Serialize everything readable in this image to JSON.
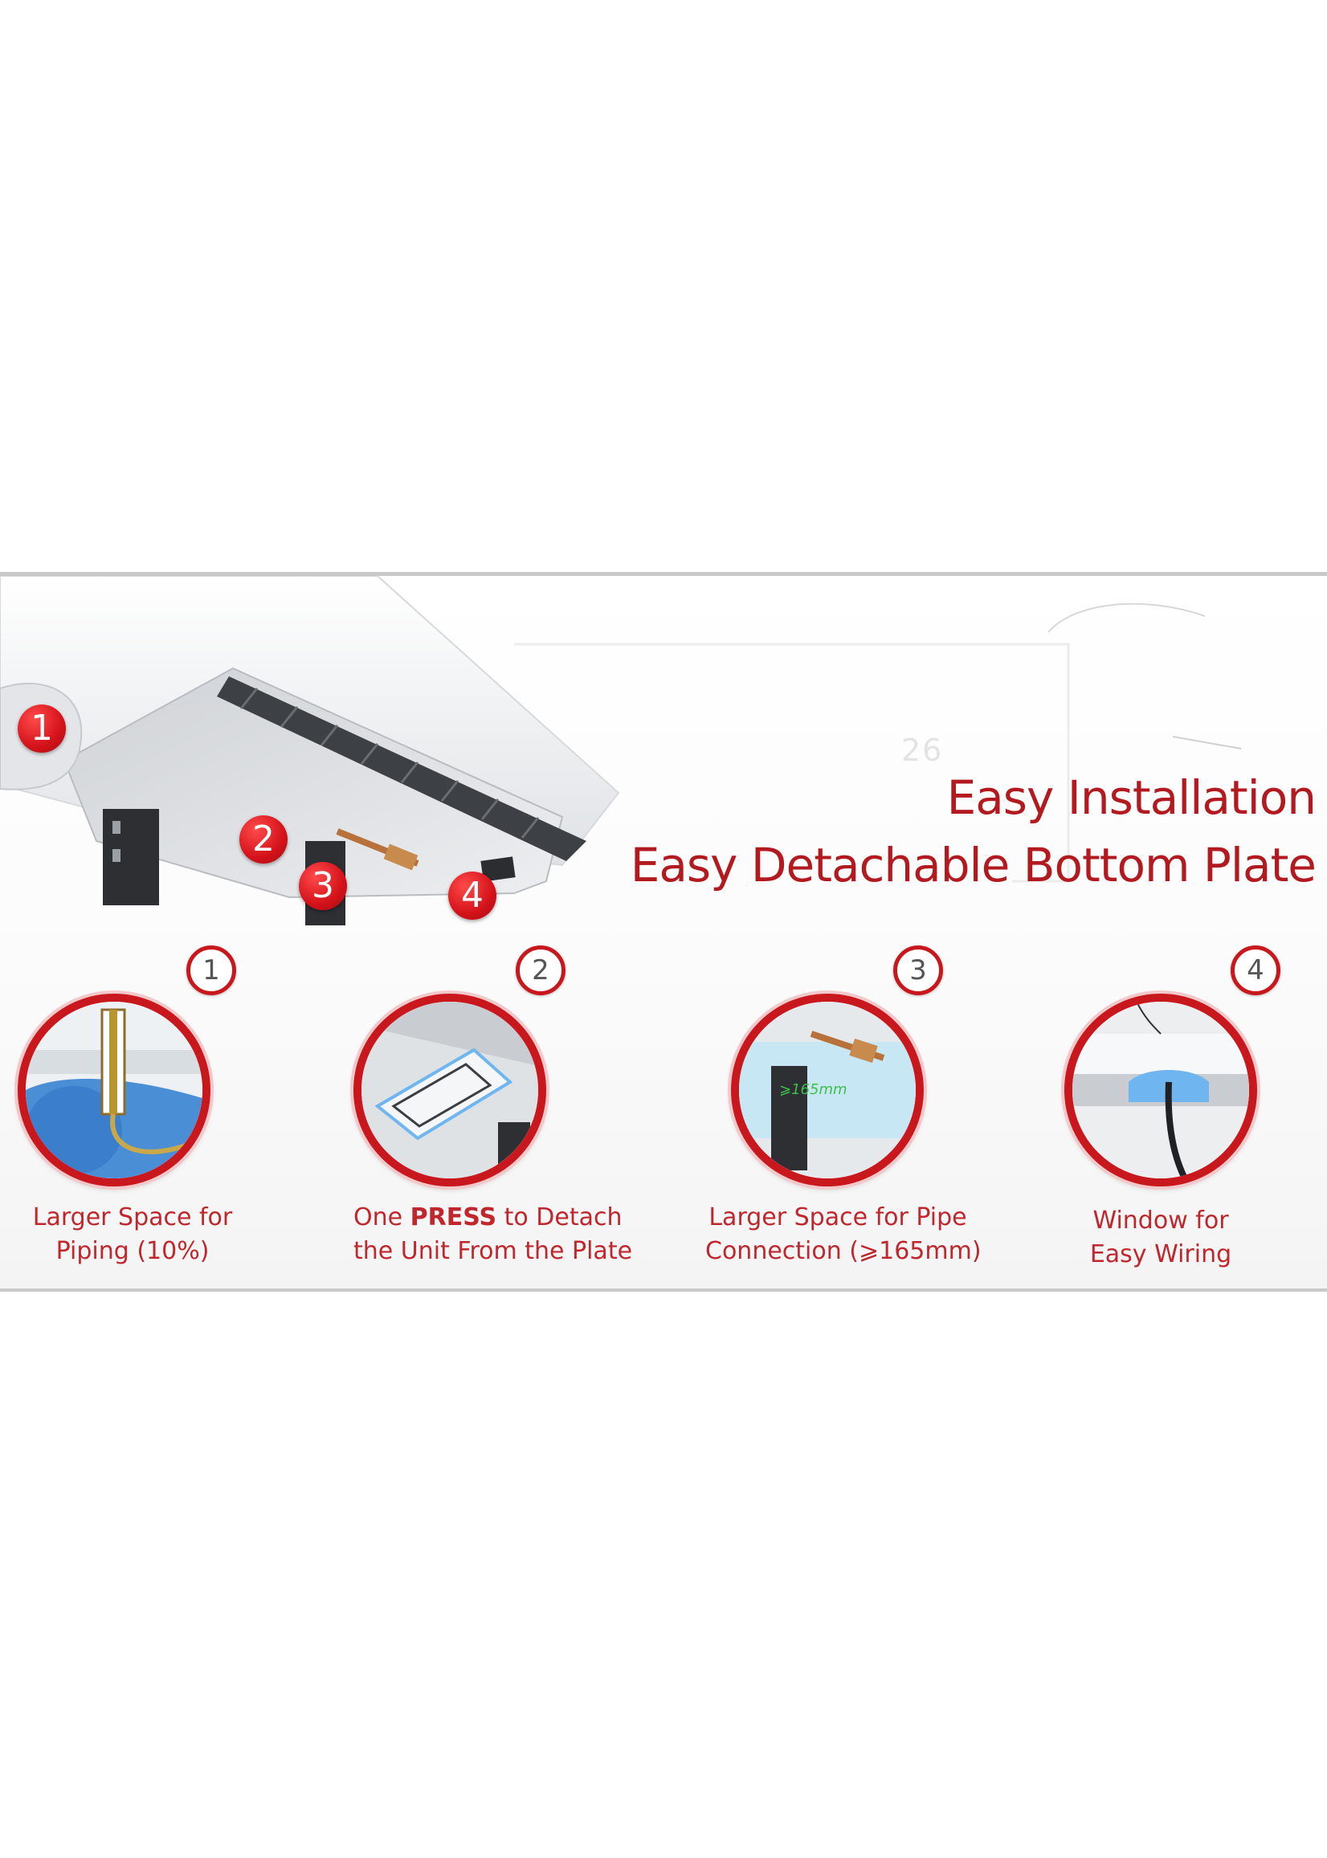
{
  "headline": {
    "line1": "Easy Installation",
    "line2": "Easy Detachable Bottom Plate"
  },
  "hero_markers": [
    "1",
    "2",
    "3",
    "4"
  ],
  "display_digits": "26",
  "features": [
    {
      "number": "1",
      "line1": "Larger Space for",
      "line2": "Piping (10%)"
    },
    {
      "number": "2",
      "line1_pre": "One ",
      "line1_bold": "PRESS",
      "line1_post": " to Detach",
      "line2": "the Unit From the Plate"
    },
    {
      "number": "3",
      "line1": "Larger Space for Pipe",
      "line2": "Connection (⩾165mm)",
      "measure_label": "⩾165mm"
    },
    {
      "number": "4",
      "line1": "Window for",
      "line2": "Easy Wiring"
    }
  ],
  "colors": {
    "brand_red": "#b21a1f",
    "ring_red": "#c8181e",
    "marker_red": "#d4121a"
  }
}
